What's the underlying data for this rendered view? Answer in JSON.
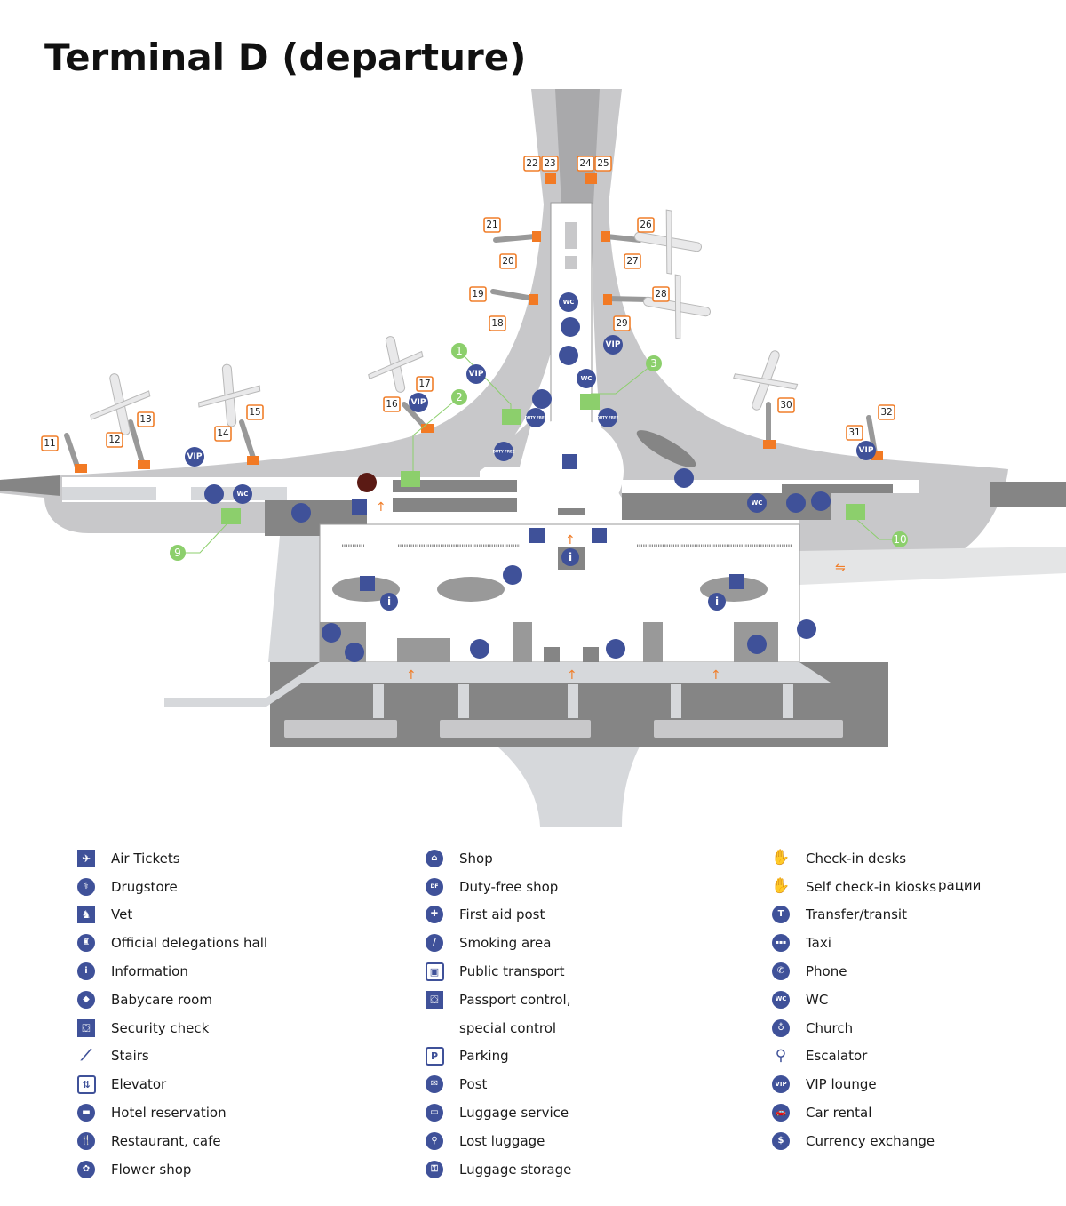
{
  "title": "Terminal  D (departure)",
  "colors": {
    "poi_blue": "#3f5199",
    "gate_orange": "#f07e2a",
    "callout_green": "#8ccf6c",
    "pier_light": "#c8c8ca",
    "building_dark": "#858585",
    "road_light": "#d6d8db",
    "church_red": "#5b1a14"
  },
  "gates": [
    "11",
    "12",
    "13",
    "14",
    "15",
    "16",
    "17",
    "18",
    "19",
    "20",
    "21",
    "22",
    "23",
    "24",
    "25",
    "26",
    "27",
    "28",
    "29",
    "30",
    "31",
    "32"
  ],
  "callouts": [
    "1",
    "2",
    "3",
    "9",
    "10"
  ],
  "map_labels": {
    "vip": "VIP",
    "wc": "WC",
    "duty_free": "DUTY FREE",
    "info": "i"
  },
  "legend": {
    "col1": [
      {
        "icon": "air-tickets-icon",
        "label": "Air Tickets"
      },
      {
        "icon": "drugstore-icon",
        "label": "Drugstore"
      },
      {
        "icon": "vet-icon",
        "label": "Vet"
      },
      {
        "icon": "official-delegations-icon",
        "label": "Official delegations hall"
      },
      {
        "icon": "information-icon",
        "label": "Information"
      },
      {
        "icon": "babycare-icon",
        "label": "Babycare room"
      },
      {
        "icon": "security-check-icon",
        "label": "Security check"
      },
      {
        "icon": "stairs-icon",
        "label": "Stairs"
      },
      {
        "icon": "elevator-icon",
        "label": "Elevator"
      },
      {
        "icon": "hotel-icon",
        "label": "Hotel reservation"
      },
      {
        "icon": "restaurant-icon",
        "label": "Restaurant, cafe"
      },
      {
        "icon": "flower-shop-icon",
        "label": "Flower shop"
      }
    ],
    "col2": [
      {
        "icon": "shop-icon",
        "label": "Shop"
      },
      {
        "icon": "duty-free-icon",
        "label": "Duty-free shop"
      },
      {
        "icon": "first-aid-icon",
        "label": "First aid post"
      },
      {
        "icon": "smoking-icon",
        "label": "Smoking area"
      },
      {
        "icon": "public-transport-icon",
        "label": "Public transport"
      },
      {
        "icon": "passport-control-icon",
        "label": "Passport control,"
      },
      {
        "icon": "",
        "label": "special control"
      },
      {
        "icon": "parking-icon",
        "label": "Parking"
      },
      {
        "icon": "post-icon",
        "label": "Post"
      },
      {
        "icon": "luggage-service-icon",
        "label": "Luggage service"
      },
      {
        "icon": "lost-luggage-icon",
        "label": "Lost luggage"
      },
      {
        "icon": "luggage-storage-icon",
        "label": "Luggage storage"
      }
    ],
    "col3": [
      {
        "icon": "check-in-desks-icon",
        "label": "Check-in desks"
      },
      {
        "icon": "self-check-in-icon",
        "label": "Self check-in kiosks"
      },
      {
        "icon": "transfer-icon",
        "label": "Transfer/transit"
      },
      {
        "icon": "taxi-icon",
        "label": "Taxi"
      },
      {
        "icon": "phone-icon",
        "label": "Phone"
      },
      {
        "icon": "wc-icon",
        "label": "WC"
      },
      {
        "icon": "church-icon",
        "label": "Church"
      },
      {
        "icon": "escalator-icon",
        "label": "Escalator"
      },
      {
        "icon": "vip-lounge-icon",
        "label": "VIP lounge"
      },
      {
        "icon": "car-rental-icon",
        "label": "Car rental"
      },
      {
        "icon": "currency-exchange-icon",
        "label": "Currency exchange"
      }
    ],
    "stray_text": "рации"
  },
  "legend_glyphs": {
    "air-tickets-icon": "✈",
    "drugstore-icon": "⚕",
    "vet-icon": "♞",
    "official-delegations-icon": "♜",
    "information-icon": "i",
    "babycare-icon": "◆",
    "security-check-icon": "⛋",
    "stairs-icon": "⟋",
    "elevator-icon": "⇅",
    "hotel-icon": "▬",
    "restaurant-icon": "🍴",
    "flower-shop-icon": "✿",
    "shop-icon": "⌂",
    "duty-free-icon": "DF",
    "first-aid-icon": "✚",
    "smoking-icon": "∕",
    "public-transport-icon": "▣",
    "passport-control-icon": "⛋",
    "parking-icon": "P",
    "post-icon": "✉",
    "luggage-service-icon": "▭",
    "lost-luggage-icon": "⚲",
    "luggage-storage-icon": "⚿",
    "check-in-desks-icon": "✋",
    "self-check-in-icon": "✋",
    "transfer-icon": "T",
    "taxi-icon": "▪▪▪",
    "phone-icon": "✆",
    "wc-icon": "WC",
    "church-icon": "♁",
    "escalator-icon": "⚲",
    "vip-lounge-icon": "VIP",
    "car-rental-icon": "🚗",
    "currency-exchange-icon": "$"
  }
}
